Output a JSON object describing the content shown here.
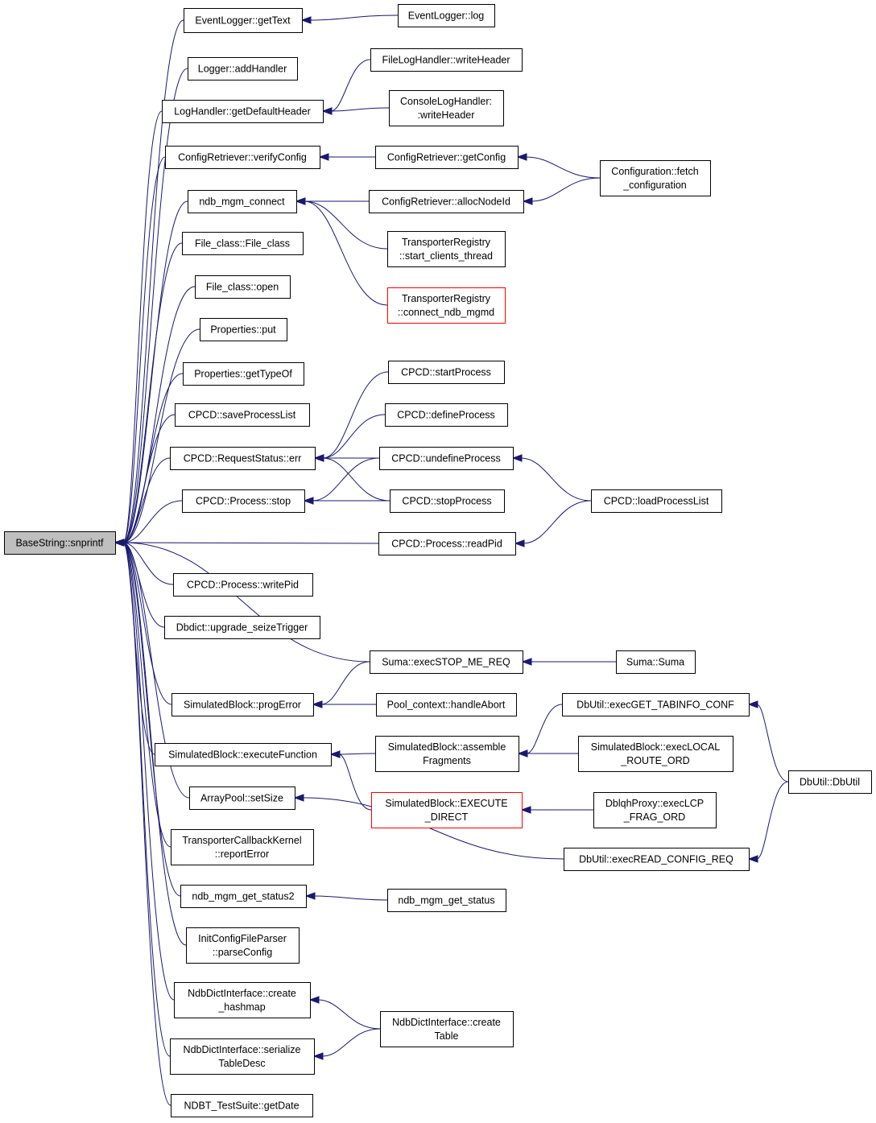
{
  "colors": {
    "edge": "#191970",
    "root_fill": "#bfbfbf",
    "highlight_border": "#ff0000"
  },
  "nodes": [
    {
      "id": "root",
      "lines": [
        "BaseString::snprintf"
      ],
      "style": "root"
    },
    {
      "id": "el_gettext",
      "lines": [
        "EventLogger::getText"
      ]
    },
    {
      "id": "el_log",
      "lines": [
        "EventLogger::log"
      ]
    },
    {
      "id": "lg_addhandler",
      "lines": [
        "Logger::addHandler"
      ]
    },
    {
      "id": "flh_writeheader",
      "lines": [
        "FileLogHandler::writeHeader"
      ]
    },
    {
      "id": "lh_getdefaultheader",
      "lines": [
        "LogHandler::getDefaultHeader"
      ]
    },
    {
      "id": "clh_writeheader",
      "lines": [
        "ConsoleLogHandler:",
        ":writeHeader"
      ]
    },
    {
      "id": "cr_verifyconfig",
      "lines": [
        "ConfigRetriever::verifyConfig"
      ]
    },
    {
      "id": "cr_getconfig",
      "lines": [
        "ConfigRetriever::getConfig"
      ]
    },
    {
      "id": "cfg_fetch",
      "lines": [
        "Configuration::fetch",
        "_configuration"
      ]
    },
    {
      "id": "ndb_mgm_connect",
      "lines": [
        "ndb_mgm_connect"
      ]
    },
    {
      "id": "cr_allocnodeid",
      "lines": [
        "ConfigRetriever::allocNodeId"
      ]
    },
    {
      "id": "tr_start_clients",
      "lines": [
        "TransporterRegistry",
        "::start_clients_thread"
      ]
    },
    {
      "id": "fc_fileclass",
      "lines": [
        "File_class::File_class"
      ]
    },
    {
      "id": "tr_connect_mgmd",
      "lines": [
        "TransporterRegistry",
        "::connect_ndb_mgmd"
      ],
      "style": "red"
    },
    {
      "id": "fc_open",
      "lines": [
        "File_class::open"
      ]
    },
    {
      "id": "prop_put",
      "lines": [
        "Properties::put"
      ]
    },
    {
      "id": "prop_gettypeof",
      "lines": [
        "Properties::getTypeOf"
      ]
    },
    {
      "id": "cpcd_startprocess",
      "lines": [
        "CPCD::startProcess"
      ]
    },
    {
      "id": "cpcd_saveprocesslist",
      "lines": [
        "CPCD::saveProcessList"
      ]
    },
    {
      "id": "cpcd_defineprocess",
      "lines": [
        "CPCD::defineProcess"
      ]
    },
    {
      "id": "cpcd_rs_err",
      "lines": [
        "CPCD::RequestStatus::err"
      ]
    },
    {
      "id": "cpcd_undefineprocess",
      "lines": [
        "CPCD::undefineProcess"
      ]
    },
    {
      "id": "cpcd_p_stop",
      "lines": [
        "CPCD::Process::stop"
      ]
    },
    {
      "id": "cpcd_stopprocess",
      "lines": [
        "CPCD::stopProcess"
      ]
    },
    {
      "id": "cpcd_loadprocesslist",
      "lines": [
        "CPCD::loadProcessList"
      ]
    },
    {
      "id": "cpcd_p_readpid",
      "lines": [
        "CPCD::Process::readPid"
      ]
    },
    {
      "id": "cpcd_p_writepid",
      "lines": [
        "CPCD::Process::writePid"
      ]
    },
    {
      "id": "dbdict_upgrade",
      "lines": [
        "Dbdict::upgrade_seizeTrigger"
      ]
    },
    {
      "id": "suma_execstop",
      "lines": [
        "Suma::execSTOP_ME_REQ"
      ]
    },
    {
      "id": "suma_suma",
      "lines": [
        "Suma::Suma"
      ]
    },
    {
      "id": "sb_progerror",
      "lines": [
        "SimulatedBlock::progError"
      ]
    },
    {
      "id": "pc_handleabort",
      "lines": [
        "Pool_context::handleAbort"
      ]
    },
    {
      "id": "du_exec_tabinfo",
      "lines": [
        "DbUtil::execGET_TABINFO_CONF"
      ]
    },
    {
      "id": "sb_assemble",
      "lines": [
        "SimulatedBlock::assemble",
        "Fragments"
      ]
    },
    {
      "id": "sb_executefunction",
      "lines": [
        "SimulatedBlock::executeFunction"
      ]
    },
    {
      "id": "sb_execlocal",
      "lines": [
        "SimulatedBlock::execLOCAL",
        "_ROUTE_ORD"
      ]
    },
    {
      "id": "du_dbutil",
      "lines": [
        "DbUtil::DbUtil"
      ]
    },
    {
      "id": "sb_execute_direct",
      "lines": [
        "SimulatedBlock::EXECUTE",
        "_DIRECT"
      ],
      "style": "red"
    },
    {
      "id": "ap_setsize",
      "lines": [
        "ArrayPool::setSize"
      ]
    },
    {
      "id": "dbp_execlcp",
      "lines": [
        "DblqhProxy::execLCP",
        "_FRAG_ORD"
      ]
    },
    {
      "id": "tck_reporterror",
      "lines": [
        "TransporterCallbackKernel",
        "::reportError"
      ]
    },
    {
      "id": "du_exec_readconfig",
      "lines": [
        "DbUtil::execREAD_CONFIG_REQ"
      ]
    },
    {
      "id": "ndb_mgm_status2",
      "lines": [
        "ndb_mgm_get_status2"
      ]
    },
    {
      "id": "ndb_mgm_status",
      "lines": [
        "ndb_mgm_get_status"
      ]
    },
    {
      "id": "icfp_parseconfig",
      "lines": [
        "InitConfigFileParser",
        "::parseConfig"
      ]
    },
    {
      "id": "ndi_create_hashmap",
      "lines": [
        "NdbDictInterface::create",
        "_hashmap"
      ]
    },
    {
      "id": "ndi_createtable",
      "lines": [
        "NdbDictInterface::create",
        "Table"
      ]
    },
    {
      "id": "ndi_serialize",
      "lines": [
        "NdbDictInterface::serialize",
        "TableDesc"
      ]
    },
    {
      "id": "ndbt_getdate",
      "lines": [
        "NDBT_TestSuite::getDate"
      ]
    }
  ],
  "edges": [
    [
      "el_gettext",
      "root"
    ],
    [
      "lg_addhandler",
      "root"
    ],
    [
      "lh_getdefaultheader",
      "root"
    ],
    [
      "cr_verifyconfig",
      "root"
    ],
    [
      "ndb_mgm_connect",
      "root"
    ],
    [
      "fc_fileclass",
      "root"
    ],
    [
      "fc_open",
      "root"
    ],
    [
      "prop_put",
      "root"
    ],
    [
      "prop_gettypeof",
      "root"
    ],
    [
      "cpcd_saveprocesslist",
      "root"
    ],
    [
      "cpcd_rs_err",
      "root"
    ],
    [
      "cpcd_p_stop",
      "root"
    ],
    [
      "cpcd_p_readpid",
      "root"
    ],
    [
      "cpcd_p_writepid",
      "root"
    ],
    [
      "dbdict_upgrade",
      "root"
    ],
    [
      "suma_execstop",
      "root"
    ],
    [
      "sb_progerror",
      "root"
    ],
    [
      "sb_executefunction",
      "root"
    ],
    [
      "ap_setsize",
      "root"
    ],
    [
      "tck_reporterror",
      "root"
    ],
    [
      "ndb_mgm_status2",
      "root"
    ],
    [
      "icfp_parseconfig",
      "root"
    ],
    [
      "ndi_create_hashmap",
      "root"
    ],
    [
      "ndi_serialize",
      "root"
    ],
    [
      "ndbt_getdate",
      "root"
    ],
    [
      "el_log",
      "el_gettext"
    ],
    [
      "flh_writeheader",
      "lh_getdefaultheader"
    ],
    [
      "clh_writeheader",
      "lh_getdefaultheader"
    ],
    [
      "cr_getconfig",
      "cr_verifyconfig"
    ],
    [
      "cfg_fetch",
      "cr_getconfig"
    ],
    [
      "cr_allocnodeid",
      "ndb_mgm_connect"
    ],
    [
      "cfg_fetch",
      "cr_allocnodeid"
    ],
    [
      "tr_start_clients",
      "ndb_mgm_connect"
    ],
    [
      "tr_connect_mgmd",
      "ndb_mgm_connect"
    ],
    [
      "cpcd_startprocess",
      "cpcd_rs_err"
    ],
    [
      "cpcd_defineprocess",
      "cpcd_rs_err"
    ],
    [
      "cpcd_undefineprocess",
      "cpcd_rs_err"
    ],
    [
      "cpcd_stopprocess",
      "cpcd_rs_err"
    ],
    [
      "cpcd_undefineprocess",
      "cpcd_p_stop"
    ],
    [
      "cpcd_stopprocess",
      "cpcd_p_stop"
    ],
    [
      "cpcd_loadprocesslist",
      "cpcd_undefineprocess"
    ],
    [
      "cpcd_loadprocesslist",
      "cpcd_p_readpid"
    ],
    [
      "suma_suma",
      "suma_execstop"
    ],
    [
      "suma_execstop",
      "sb_progerror"
    ],
    [
      "pc_handleabort",
      "sb_progerror"
    ],
    [
      "sb_assemble",
      "sb_executefunction"
    ],
    [
      "sb_execute_direct",
      "sb_executefunction"
    ],
    [
      "du_exec_tabinfo",
      "sb_assemble"
    ],
    [
      "sb_execlocal",
      "sb_assemble"
    ],
    [
      "du_dbutil",
      "du_exec_tabinfo"
    ],
    [
      "du_dbutil",
      "du_exec_readconfig"
    ],
    [
      "dbp_execlcp",
      "sb_execute_direct"
    ],
    [
      "du_exec_readconfig",
      "ap_setsize"
    ],
    [
      "ndb_mgm_status",
      "ndb_mgm_status2"
    ],
    [
      "ndi_createtable",
      "ndi_create_hashmap"
    ],
    [
      "ndi_createtable",
      "ndi_serialize"
    ]
  ]
}
